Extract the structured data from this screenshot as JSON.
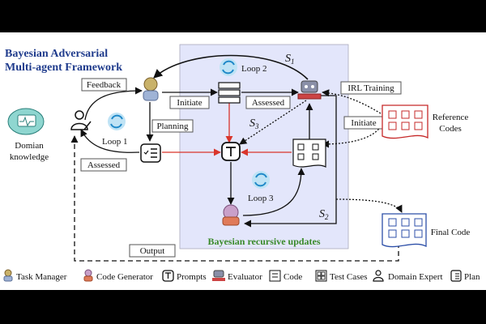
{
  "title_line1": "Bayesian Adversarial",
  "title_line2": "Multi-agent Framework",
  "region_label": "Bayesian recursive updates",
  "loops": [
    "Loop 2",
    "Loop 1",
    "Loop 3"
  ],
  "edge_labels": {
    "feedback": "Feedback",
    "initiate_top": "Initiate",
    "assessed_top": "Assessed",
    "planning": "Planning",
    "assessed_left": "Assessed",
    "irl_training": "IRL Training",
    "initiate_right": "Initiate",
    "output": "Output"
  },
  "symbols": {
    "s1": "S",
    "s1_sub": "1",
    "s2": "S",
    "s2_sub": "2",
    "s3": "S",
    "s3_sub": "3"
  },
  "nodes": {
    "domain_line1": "Domian",
    "domain_line2": "knowledge",
    "reference_line1": "Reference",
    "reference_line2": "Codes",
    "final_code": "Final Code"
  },
  "legend": [
    "Task Manager",
    "Code Generator",
    "Prompts",
    "Evaluator",
    "Code",
    "Test Cases",
    "Domain Expert",
    "Plan"
  ],
  "colors": {
    "title": "#1f3b8c",
    "region_fill": "#e3e6fb",
    "red_arrow": "#d9352b",
    "reference": "#c62828",
    "final": "#2c4fa8"
  }
}
